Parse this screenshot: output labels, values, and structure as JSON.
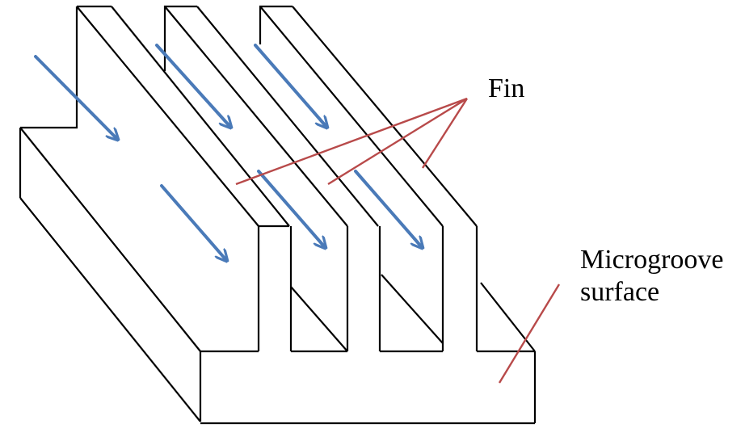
{
  "labels": {
    "fin": "Fin",
    "surface_line1": "Microgroove",
    "surface_line2": "surface"
  },
  "colors": {
    "outline": "#000000",
    "flow_arrow": "#4a7ab8",
    "leader_line": "#b84a4a",
    "background": "#ffffff"
  }
}
